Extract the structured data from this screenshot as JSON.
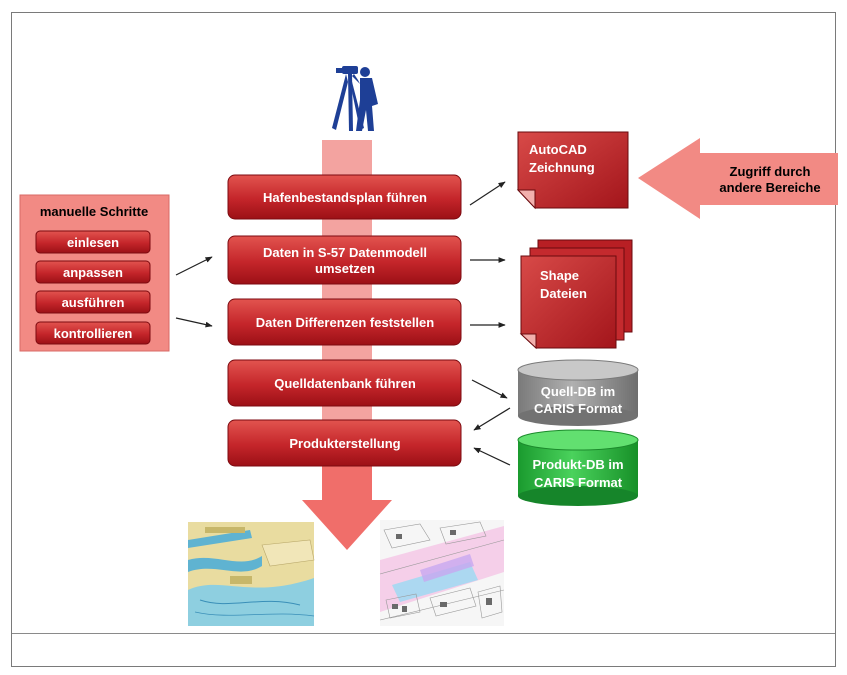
{
  "manual_steps": {
    "title": "manuelle Schritte",
    "items": [
      "einlesen",
      "anpassen",
      "ausführen",
      "kontrollieren"
    ]
  },
  "process_steps": [
    [
      "Hafenbestandsplan führen"
    ],
    [
      "Daten in S-57 Datenmodell",
      "umsetzen"
    ],
    [
      "Daten Differenzen feststellen"
    ],
    [
      "Quelldatenbank führen"
    ],
    [
      "Produkterstellung"
    ]
  ],
  "outputs": {
    "autocad": [
      "AutoCAD",
      "Zeichnung"
    ],
    "shape": [
      "Shape",
      "Dateien"
    ],
    "quell_db": [
      "Quell-DB im",
      "CARIS Format"
    ],
    "produkt_db": [
      "Produkt-DB im",
      "CARIS Format"
    ]
  },
  "access_arrow": [
    "Zugriff durch",
    "andere Bereiche"
  ],
  "colors": {
    "box_red_top": "#d6403f",
    "box_red_bottom": "#a5141a",
    "pink_panel": "#f28a84",
    "pink_arrow": "#f3a3a0",
    "quell_db": "#8e8e8e",
    "produkt_db": "#27b33c",
    "surveyor": "#1e3f96"
  },
  "icons": [
    "surveyor-icon",
    "nautical-chart-thumbnail",
    "cadastral-map-thumbnail"
  ]
}
